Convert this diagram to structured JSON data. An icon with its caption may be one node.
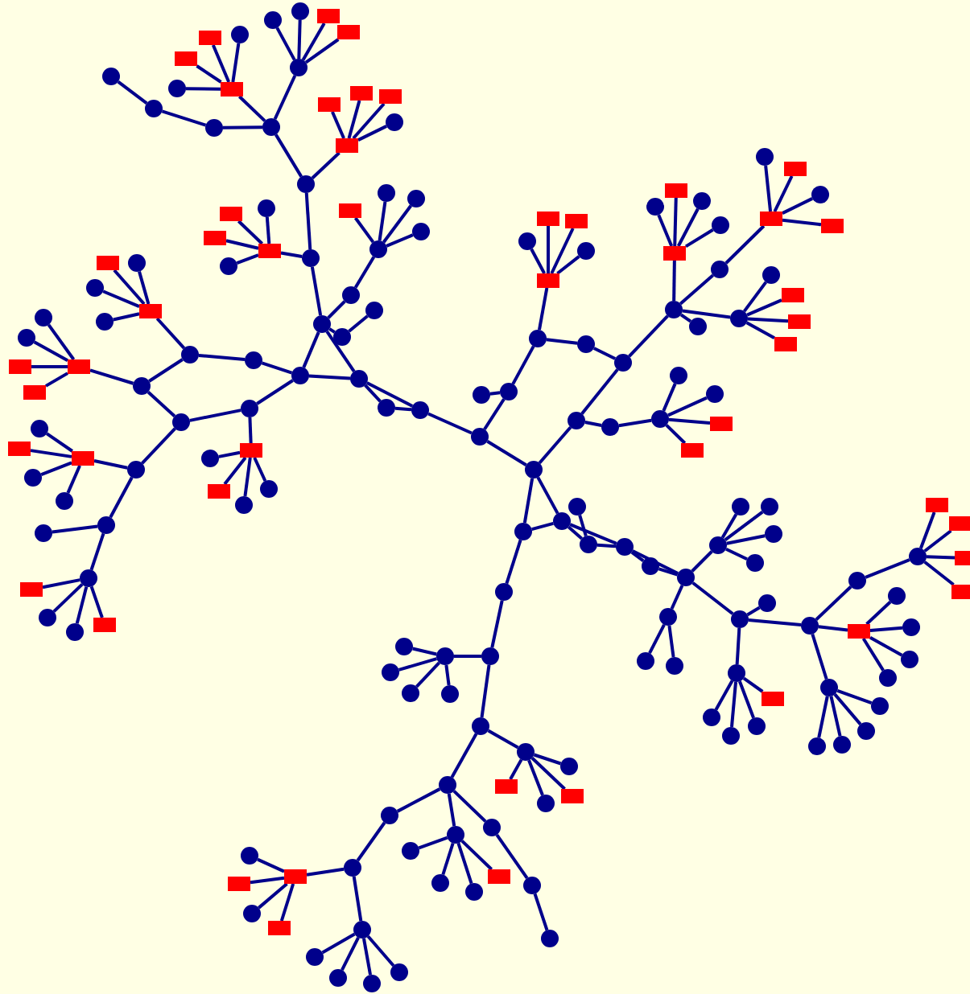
{
  "diagram": {
    "nodes": [
      {
        "text": [],
        "shape": "circle"
      },
      {
        "text": [],
        "shape": "circle"
      },
      {
        "text": [],
        "shape": "circle"
      },
      {
        "text": [],
        "shape": "circle"
      },
      {
        "text": [],
        "shape": "circle"
      },
      {
        "text": [],
        "shape": "circle"
      },
      {
        "text": [],
        "shape": "circle"
      },
      {
        "text": [],
        "shape": "box"
      },
      {
        "text": [],
        "shape": "box"
      },
      {
        "text": [],
        "shape": "box"
      },
      {
        "text": [],
        "shape": "box"
      },
      {
        "text": [],
        "shape": "circle"
      },
      {
        "text": [],
        "shape": "box"
      },
      {
        "text": [],
        "shape": "circle"
      },
      {
        "text": [],
        "shape": "circle"
      },
      {
        "text": [],
        "shape": "circle"
      },
      {
        "text": [],
        "shape": "circle"
      },
      {
        "text": [],
        "shape": "box"
      },
      {
        "text": [],
        "shape": "box"
      },
      {
        "text": [],
        "shape": "box"
      },
      {
        "text": [],
        "shape": "box"
      },
      {
        "text": [],
        "shape": "circle"
      },
      {
        "text": [],
        "shape": "box"
      },
      {
        "text": [],
        "shape": "box"
      },
      {
        "text": [],
        "shape": "circle"
      },
      {
        "text": [],
        "shape": "box"
      },
      {
        "text": [],
        "shape": "circle"
      },
      {
        "text": [],
        "shape": "circle"
      },
      {
        "text": [],
        "shape": "circle"
      },
      {
        "text": [],
        "shape": "box"
      },
      {
        "text": [],
        "shape": "circle"
      },
      {
        "text": [],
        "shape": "circle"
      },
      {
        "text": [],
        "shape": "circle"
      },
      {
        "text": [],
        "shape": "circle"
      },
      {
        "text": [],
        "shape": "circle"
      },
      {
        "text": [],
        "shape": "circle"
      },
      {
        "text": [],
        "shape": "circle"
      },
      {
        "text": [],
        "shape": "circle"
      },
      {
        "text": [],
        "shape": "circle"
      },
      {
        "text": [],
        "shape": "circle"
      },
      {
        "text": [],
        "shape": "circle"
      },
      {
        "text": [],
        "shape": "circle"
      },
      {
        "text": [],
        "shape": "box"
      },
      {
        "text": [],
        "shape": "box"
      },
      {
        "text": [],
        "shape": "circle"
      },
      {
        "text": [],
        "shape": "circle"
      },
      {
        "text": [],
        "shape": "circle"
      },
      {
        "text": [],
        "shape": "circle"
      },
      {
        "text": [],
        "shape": "box"
      },
      {
        "text": [],
        "shape": "circle"
      },
      {
        "text": [],
        "shape": "circle"
      },
      {
        "text": [],
        "shape": "box"
      },
      {
        "text": [],
        "shape": "box"
      },
      {
        "text": [],
        "shape": "circle"
      },
      {
        "text": [],
        "shape": "circle"
      },
      {
        "text": [],
        "shape": "box"
      },
      {
        "text": [],
        "shape": "circle"
      },
      {
        "text": [],
        "shape": "box"
      },
      {
        "text": [],
        "shape": "circle"
      },
      {
        "text": [],
        "shape": "circle"
      },
      {
        "text": [],
        "shape": "circle"
      },
      {
        "text": [],
        "shape": "box"
      },
      {
        "text": [],
        "shape": "circle"
      },
      {
        "text": [],
        "shape": "box"
      },
      {
        "text": [],
        "shape": "circle"
      },
      {
        "text": [],
        "shape": "circle"
      },
      {
        "text": [],
        "shape": "circle"
      },
      {
        "text": [],
        "shape": "circle"
      },
      {
        "text": [],
        "shape": "circle"
      },
      {
        "text": [],
        "shape": "box"
      },
      {
        "text": [],
        "shape": "circle"
      },
      {
        "text": [],
        "shape": "circle"
      },
      {
        "text": [],
        "shape": "box"
      },
      {
        "text": [],
        "shape": "circle"
      },
      {
        "text": [],
        "shape": "circle"
      },
      {
        "text": [],
        "shape": "circle"
      },
      {
        "text": [],
        "shape": "circle"
      },
      {
        "text": [],
        "shape": "box"
      },
      {
        "text": [],
        "shape": "circle"
      },
      {
        "text": [],
        "shape": "box"
      },
      {
        "text": [],
        "shape": "box"
      },
      {
        "text": [],
        "shape": "circle"
      },
      {
        "text": [],
        "shape": "circle"
      },
      {
        "text": [],
        "shape": "circle"
      },
      {
        "text": [],
        "shape": "circle"
      },
      {
        "text": [],
        "shape": "circle"
      },
      {
        "text": [],
        "shape": "box"
      },
      {
        "text": [],
        "shape": "circle"
      },
      {
        "text": [],
        "shape": "box"
      },
      {
        "text": [],
        "shape": "circle"
      },
      {
        "text": [],
        "shape": "circle"
      },
      {
        "text": [],
        "shape": "circle"
      },
      {
        "text": [],
        "shape": "box"
      },
      {
        "text": [],
        "shape": "circle"
      },
      {
        "text": [],
        "shape": "box"
      },
      {
        "text": [],
        "shape": "circle"
      },
      {
        "text": [],
        "shape": "box"
      },
      {
        "text": [],
        "shape": "circle"
      },
      {
        "text": [],
        "shape": "circle"
      },
      {
        "text": [],
        "shape": "circle"
      },
      {
        "text": [],
        "shape": "box"
      },
      {
        "text": [],
        "shape": "box"
      },
      {
        "text": [],
        "shape": "box"
      },
      {
        "text": [],
        "shape": "circle"
      },
      {
        "text": [],
        "shape": "circle"
      },
      {
        "text": [],
        "shape": "circle"
      },
      {
        "text": [],
        "shape": "circle"
      },
      {
        "text": [],
        "shape": "box"
      },
      {
        "text": [],
        "shape": "box"
      },
      {
        "text": [],
        "shape": "circle"
      },
      {
        "text": [],
        "shape": "circle"
      },
      {
        "text": [],
        "shape": "circle"
      },
      {
        "text": [],
        "shape": "circle"
      },
      {
        "text": [],
        "shape": "circle"
      },
      {
        "text": [],
        "shape": "circle"
      },
      {
        "text": [],
        "shape": "circle"
      },
      {
        "text": [],
        "shape": "circle"
      },
      {
        "text": [],
        "shape": "circle"
      },
      {
        "text": [],
        "shape": "circle"
      },
      {
        "text": [],
        "shape": "circle"
      },
      {
        "text": [],
        "shape": "circle"
      },
      {
        "text": [],
        "shape": "circle"
      },
      {
        "text": [],
        "shape": "circle"
      },
      {
        "text": [],
        "shape": "circle"
      },
      {
        "text": [],
        "shape": "circle"
      },
      {
        "text": [],
        "shape": "circle"
      },
      {
        "text": [],
        "shape": "circle"
      },
      {
        "text": [],
        "shape": "circle"
      },
      {
        "text": [],
        "shape": "circle"
      },
      {
        "text": [],
        "shape": "circle"
      },
      {
        "text": [],
        "shape": "circle"
      },
      {
        "text": [],
        "shape": "box"
      },
      {
        "text": [],
        "shape": "circle"
      },
      {
        "text": [],
        "shape": "circle"
      },
      {
        "text": [],
        "shape": "circle"
      },
      {
        "text": [],
        "shape": "box"
      },
      {
        "text": [],
        "shape": "box"
      },
      {
        "text": [],
        "shape": "box"
      },
      {
        "text": [],
        "shape": "box"
      },
      {
        "text": [],
        "shape": "box"
      },
      {
        "text": [],
        "shape": "circle"
      },
      {
        "text": [],
        "shape": "circle"
      },
      {
        "text": [],
        "shape": "circle"
      },
      {
        "text": [],
        "shape": "circle"
      },
      {
        "text": [],
        "shape": "circle"
      },
      {
        "text": [],
        "shape": "circle"
      },
      {
        "text": [],
        "shape": "circle"
      },
      {
        "text": [],
        "shape": "circle"
      },
      {
        "text": [],
        "shape": "circle"
      },
      {
        "text": [],
        "shape": "circle"
      },
      {
        "text": [],
        "shape": "circle"
      },
      {
        "text": [],
        "shape": "circle"
      },
      {
        "text": [],
        "shape": "circle"
      },
      {
        "text": [],
        "shape": "circle"
      },
      {
        "text": [],
        "shape": "circle"
      },
      {
        "text": [],
        "shape": "circle"
      },
      {
        "text": [],
        "shape": "circle"
      },
      {
        "text": [],
        "shape": "circle"
      },
      {
        "text": [],
        "shape": "box"
      },
      {
        "text": [],
        "shape": "circle"
      },
      {
        "text": [],
        "shape": "box"
      },
      {
        "text": [],
        "shape": "circle"
      },
      {
        "text": [],
        "shape": "circle"
      },
      {
        "text": [],
        "shape": "circle"
      },
      {
        "text": [],
        "shape": "box"
      },
      {
        "text": [],
        "shape": "circle"
      },
      {
        "text": [],
        "shape": "box"
      },
      {
        "text": [],
        "shape": "circle"
      },
      {
        "text": [],
        "shape": "box"
      },
      {
        "text": [],
        "shape": "circle"
      },
      {
        "text": [],
        "shape": "circle"
      },
      {
        "text": [],
        "shape": "circle"
      },
      {
        "text": [],
        "shape": "circle"
      },
      {
        "text": [],
        "shape": "circle"
      },
      {
        "text": [],
        "shape": "circle"
      },
      {
        "text": [],
        "shape": "circle"
      },
      {
        "text": [],
        "shape": "circle"
      },
      {
        "text": [],
        "shape": "circle"
      },
      {
        "text": [],
        "shape": "box"
      },
      {
        "text": [],
        "shape": "circle"
      },
      {
        "text": [],
        "shape": "circle"
      },
      {
        "text": [],
        "shape": "circle"
      }
    ],
    "edges": [
      {
        "from": 0,
        "to": 1,
        "arrow": "none"
      },
      {
        "from": 1,
        "to": 2,
        "arrow": "none"
      },
      {
        "from": 2,
        "to": 3,
        "arrow": "none"
      },
      {
        "from": 3,
        "to": 4,
        "arrow": "none"
      },
      {
        "from": 4,
        "to": 5,
        "arrow": "none"
      },
      {
        "from": 4,
        "to": 6,
        "arrow": "none"
      },
      {
        "from": 4,
        "to": 7,
        "arrow": "none"
      },
      {
        "from": 4,
        "to": 8,
        "arrow": "none"
      },
      {
        "from": 3,
        "to": 9,
        "arrow": "none"
      },
      {
        "from": 9,
        "to": 10,
        "arrow": "none"
      },
      {
        "from": 9,
        "to": 11,
        "arrow": "none"
      },
      {
        "from": 9,
        "to": 12,
        "arrow": "none"
      },
      {
        "from": 9,
        "to": 13,
        "arrow": "none"
      },
      {
        "from": 3,
        "to": 14,
        "arrow": "none"
      },
      {
        "from": 14,
        "to": 15,
        "arrow": "none"
      },
      {
        "from": 15,
        "to": 16,
        "arrow": "none"
      },
      {
        "from": 2,
        "to": 17,
        "arrow": "none"
      },
      {
        "from": 17,
        "to": 18,
        "arrow": "none"
      },
      {
        "from": 17,
        "to": 19,
        "arrow": "none"
      },
      {
        "from": 17,
        "to": 20,
        "arrow": "none"
      },
      {
        "from": 17,
        "to": 21,
        "arrow": "none"
      },
      {
        "from": 1,
        "to": 22,
        "arrow": "none"
      },
      {
        "from": 22,
        "to": 23,
        "arrow": "none"
      },
      {
        "from": 22,
        "to": 24,
        "arrow": "none"
      },
      {
        "from": 22,
        "to": 25,
        "arrow": "none"
      },
      {
        "from": 22,
        "to": 26,
        "arrow": "none"
      },
      {
        "from": 0,
        "to": 27,
        "arrow": "none"
      },
      {
        "from": 27,
        "to": 28,
        "arrow": "none"
      },
      {
        "from": 28,
        "to": 29,
        "arrow": "none"
      },
      {
        "from": 28,
        "to": 30,
        "arrow": "none"
      },
      {
        "from": 28,
        "to": 31,
        "arrow": "none"
      },
      {
        "from": 28,
        "to": 32,
        "arrow": "none"
      },
      {
        "from": 0,
        "to": 33,
        "arrow": "none"
      },
      {
        "from": 33,
        "to": 34,
        "arrow": "none"
      },
      {
        "from": 0,
        "to": 35,
        "arrow": "none"
      },
      {
        "from": 0,
        "to": 36,
        "arrow": "none"
      },
      {
        "from": 35,
        "to": 36,
        "arrow": "none"
      },
      {
        "from": 36,
        "to": 37,
        "arrow": "none"
      },
      {
        "from": 37,
        "to": 38,
        "arrow": "none"
      },
      {
        "from": 36,
        "to": 38,
        "arrow": "none"
      },
      {
        "from": 38,
        "to": 39,
        "arrow": "none"
      },
      {
        "from": 35,
        "to": 40,
        "arrow": "none"
      },
      {
        "from": 40,
        "to": 41,
        "arrow": "none"
      },
      {
        "from": 41,
        "to": 42,
        "arrow": "none"
      },
      {
        "from": 42,
        "to": 43,
        "arrow": "none"
      },
      {
        "from": 42,
        "to": 44,
        "arrow": "none"
      },
      {
        "from": 42,
        "to": 45,
        "arrow": "none"
      },
      {
        "from": 42,
        "to": 46,
        "arrow": "none"
      },
      {
        "from": 41,
        "to": 47,
        "arrow": "none"
      },
      {
        "from": 47,
        "to": 48,
        "arrow": "none"
      },
      {
        "from": 48,
        "to": 49,
        "arrow": "none"
      },
      {
        "from": 48,
        "to": 50,
        "arrow": "none"
      },
      {
        "from": 48,
        "to": 51,
        "arrow": "none"
      },
      {
        "from": 48,
        "to": 52,
        "arrow": "none"
      },
      {
        "from": 47,
        "to": 53,
        "arrow": "none"
      },
      {
        "from": 53,
        "to": 54,
        "arrow": "none"
      },
      {
        "from": 54,
        "to": 35,
        "arrow": "none"
      },
      {
        "from": 54,
        "to": 55,
        "arrow": "none"
      },
      {
        "from": 55,
        "to": 56,
        "arrow": "none"
      },
      {
        "from": 55,
        "to": 57,
        "arrow": "none"
      },
      {
        "from": 55,
        "to": 58,
        "arrow": "none"
      },
      {
        "from": 55,
        "to": 59,
        "arrow": "none"
      },
      {
        "from": 53,
        "to": 60,
        "arrow": "none"
      },
      {
        "from": 60,
        "to": 61,
        "arrow": "none"
      },
      {
        "from": 61,
        "to": 62,
        "arrow": "none"
      },
      {
        "from": 61,
        "to": 63,
        "arrow": "none"
      },
      {
        "from": 61,
        "to": 64,
        "arrow": "none"
      },
      {
        "from": 61,
        "to": 65,
        "arrow": "none"
      },
      {
        "from": 60,
        "to": 66,
        "arrow": "none"
      },
      {
        "from": 66,
        "to": 67,
        "arrow": "none"
      },
      {
        "from": 66,
        "to": 68,
        "arrow": "none"
      },
      {
        "from": 68,
        "to": 69,
        "arrow": "none"
      },
      {
        "from": 68,
        "to": 70,
        "arrow": "none"
      },
      {
        "from": 68,
        "to": 71,
        "arrow": "none"
      },
      {
        "from": 68,
        "to": 72,
        "arrow": "none"
      },
      {
        "from": 39,
        "to": 73,
        "arrow": "none"
      },
      {
        "from": 39,
        "to": 74,
        "arrow": "none"
      },
      {
        "from": 74,
        "to": 75,
        "arrow": "none"
      },
      {
        "from": 74,
        "to": 76,
        "arrow": "none"
      },
      {
        "from": 76,
        "to": 77,
        "arrow": "none"
      },
      {
        "from": 77,
        "to": 78,
        "arrow": "none"
      },
      {
        "from": 77,
        "to": 79,
        "arrow": "none"
      },
      {
        "from": 77,
        "to": 80,
        "arrow": "none"
      },
      {
        "from": 77,
        "to": 81,
        "arrow": "none"
      },
      {
        "from": 76,
        "to": 82,
        "arrow": "none"
      },
      {
        "from": 82,
        "to": 83,
        "arrow": "none"
      },
      {
        "from": 73,
        "to": 84,
        "arrow": "none"
      },
      {
        "from": 84,
        "to": 83,
        "arrow": "none"
      },
      {
        "from": 83,
        "to": 85,
        "arrow": "none"
      },
      {
        "from": 85,
        "to": 86,
        "arrow": "none"
      },
      {
        "from": 86,
        "to": 87,
        "arrow": "none"
      },
      {
        "from": 86,
        "to": 88,
        "arrow": "none"
      },
      {
        "from": 86,
        "to": 89,
        "arrow": "none"
      },
      {
        "from": 86,
        "to": 90,
        "arrow": "none"
      },
      {
        "from": 85,
        "to": 91,
        "arrow": "none"
      },
      {
        "from": 91,
        "to": 92,
        "arrow": "none"
      },
      {
        "from": 92,
        "to": 93,
        "arrow": "none"
      },
      {
        "from": 92,
        "to": 94,
        "arrow": "none"
      },
      {
        "from": 92,
        "to": 95,
        "arrow": "none"
      },
      {
        "from": 92,
        "to": 96,
        "arrow": "none"
      },
      {
        "from": 85,
        "to": 97,
        "arrow": "none"
      },
      {
        "from": 85,
        "to": 98,
        "arrow": "none"
      },
      {
        "from": 98,
        "to": 99,
        "arrow": "none"
      },
      {
        "from": 98,
        "to": 100,
        "arrow": "none"
      },
      {
        "from": 98,
        "to": 101,
        "arrow": "none"
      },
      {
        "from": 98,
        "to": 102,
        "arrow": "none"
      },
      {
        "from": 84,
        "to": 103,
        "arrow": "none"
      },
      {
        "from": 103,
        "to": 104,
        "arrow": "none"
      },
      {
        "from": 104,
        "to": 105,
        "arrow": "none"
      },
      {
        "from": 104,
        "to": 106,
        "arrow": "none"
      },
      {
        "from": 104,
        "to": 107,
        "arrow": "none"
      },
      {
        "from": 104,
        "to": 108,
        "arrow": "none"
      },
      {
        "from": 73,
        "to": 109,
        "arrow": "none"
      },
      {
        "from": 73,
        "to": 110,
        "arrow": "none"
      },
      {
        "from": 109,
        "to": 110,
        "arrow": "none"
      },
      {
        "from": 110,
        "to": 112,
        "arrow": "none"
      },
      {
        "from": 111,
        "to": 112,
        "arrow": "none"
      },
      {
        "from": 110,
        "to": 113,
        "arrow": "none"
      },
      {
        "from": 112,
        "to": 113,
        "arrow": "none"
      },
      {
        "from": 113,
        "to": 114,
        "arrow": "none"
      },
      {
        "from": 114,
        "to": 115,
        "arrow": "none"
      },
      {
        "from": 113,
        "to": 115,
        "arrow": "none"
      },
      {
        "from": 109,
        "to": 116,
        "arrow": "none"
      },
      {
        "from": 115,
        "to": 117,
        "arrow": "none"
      },
      {
        "from": 117,
        "to": 118,
        "arrow": "none"
      },
      {
        "from": 117,
        "to": 119,
        "arrow": "none"
      },
      {
        "from": 117,
        "to": 120,
        "arrow": "none"
      },
      {
        "from": 117,
        "to": 121,
        "arrow": "none"
      },
      {
        "from": 115,
        "to": 122,
        "arrow": "none"
      },
      {
        "from": 122,
        "to": 123,
        "arrow": "none"
      },
      {
        "from": 122,
        "to": 124,
        "arrow": "none"
      },
      {
        "from": 115,
        "to": 125,
        "arrow": "none"
      },
      {
        "from": 125,
        "to": 126,
        "arrow": "none"
      },
      {
        "from": 125,
        "to": 127,
        "arrow": "none"
      },
      {
        "from": 127,
        "to": 128,
        "arrow": "none"
      },
      {
        "from": 127,
        "to": 129,
        "arrow": "none"
      },
      {
        "from": 127,
        "to": 130,
        "arrow": "none"
      },
      {
        "from": 127,
        "to": 131,
        "arrow": "none"
      },
      {
        "from": 125,
        "to": 132,
        "arrow": "none"
      },
      {
        "from": 132,
        "to": 133,
        "arrow": "none"
      },
      {
        "from": 133,
        "to": 134,
        "arrow": "none"
      },
      {
        "from": 134,
        "to": 135,
        "arrow": "none"
      },
      {
        "from": 134,
        "to": 136,
        "arrow": "none"
      },
      {
        "from": 134,
        "to": 137,
        "arrow": "none"
      },
      {
        "from": 134,
        "to": 138,
        "arrow": "none"
      },
      {
        "from": 132,
        "to": 139,
        "arrow": "none"
      },
      {
        "from": 139,
        "to": 140,
        "arrow": "none"
      },
      {
        "from": 139,
        "to": 141,
        "arrow": "none"
      },
      {
        "from": 139,
        "to": 142,
        "arrow": "none"
      },
      {
        "from": 139,
        "to": 143,
        "arrow": "none"
      },
      {
        "from": 132,
        "to": 144,
        "arrow": "none"
      },
      {
        "from": 144,
        "to": 145,
        "arrow": "none"
      },
      {
        "from": 144,
        "to": 146,
        "arrow": "none"
      },
      {
        "from": 144,
        "to": 147,
        "arrow": "none"
      },
      {
        "from": 144,
        "to": 148,
        "arrow": "none"
      },
      {
        "from": 116,
        "to": 149,
        "arrow": "none"
      },
      {
        "from": 149,
        "to": 150,
        "arrow": "none"
      },
      {
        "from": 150,
        "to": 151,
        "arrow": "none"
      },
      {
        "from": 150,
        "to": 152,
        "arrow": "none"
      },
      {
        "from": 150,
        "to": 153,
        "arrow": "none"
      },
      {
        "from": 150,
        "to": 154,
        "arrow": "none"
      },
      {
        "from": 149,
        "to": 155,
        "arrow": "none"
      },
      {
        "from": 155,
        "to": 156,
        "arrow": "none"
      },
      {
        "from": 156,
        "to": 157,
        "arrow": "none"
      },
      {
        "from": 156,
        "to": 158,
        "arrow": "none"
      },
      {
        "from": 156,
        "to": 159,
        "arrow": "none"
      },
      {
        "from": 156,
        "to": 160,
        "arrow": "none"
      },
      {
        "from": 155,
        "to": 161,
        "arrow": "none"
      },
      {
        "from": 161,
        "to": 162,
        "arrow": "none"
      },
      {
        "from": 162,
        "to": 163,
        "arrow": "none"
      },
      {
        "from": 163,
        "to": 164,
        "arrow": "none"
      },
      {
        "from": 164,
        "to": 165,
        "arrow": "none"
      },
      {
        "from": 164,
        "to": 166,
        "arrow": "none"
      },
      {
        "from": 164,
        "to": 167,
        "arrow": "none"
      },
      {
        "from": 164,
        "to": 168,
        "arrow": "none"
      },
      {
        "from": 163,
        "to": 169,
        "arrow": "none"
      },
      {
        "from": 169,
        "to": 170,
        "arrow": "none"
      },
      {
        "from": 169,
        "to": 171,
        "arrow": "none"
      },
      {
        "from": 169,
        "to": 172,
        "arrow": "none"
      },
      {
        "from": 169,
        "to": 173,
        "arrow": "none"
      },
      {
        "from": 161,
        "to": 174,
        "arrow": "none"
      },
      {
        "from": 174,
        "to": 175,
        "arrow": "none"
      },
      {
        "from": 174,
        "to": 176,
        "arrow": "none"
      },
      {
        "from": 174,
        "to": 177,
        "arrow": "none"
      },
      {
        "from": 174,
        "to": 178,
        "arrow": "none"
      },
      {
        "from": 161,
        "to": 179,
        "arrow": "none"
      },
      {
        "from": 179,
        "to": 180,
        "arrow": "none"
      },
      {
        "from": 180,
        "to": 181,
        "arrow": "none"
      }
    ]
  }
}
